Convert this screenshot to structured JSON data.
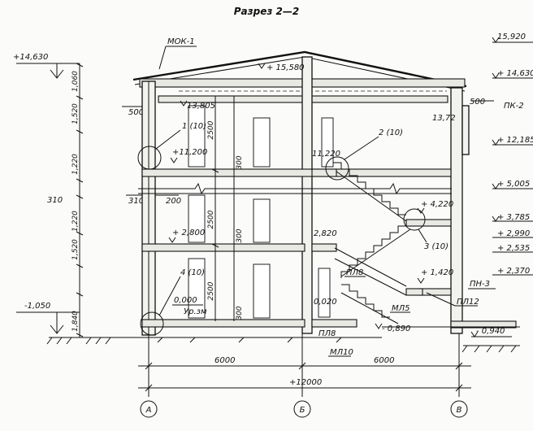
{
  "title": "Разрез 2—2",
  "left_levels": {
    "top": "+14,630",
    "bottom": "-1,050"
  },
  "left_dims": [
    "1,060",
    "1,520",
    "1,220",
    "310",
    "1,220",
    "1,520",
    "1,840"
  ],
  "left_small": [
    "500",
    "310",
    "200"
  ],
  "right_levels": [
    "15,920",
    "+ 14,630",
    "+ 12,185",
    "+ 5,005",
    "+ 3,785",
    "+ 2,990",
    "+ 2,535",
    "+ 2,370",
    "- 0,940"
  ],
  "element_labels": {
    "mok": "МОК-1",
    "pk": "ПК-2",
    "pk_dim": "500",
    "pn": "ПН-3",
    "pl8a": "ПЛ8",
    "pl8b": "ПЛ8",
    "ml5": "МЛ5",
    "ml10": "МЛ10",
    "pl12": "ПЛ12"
  },
  "callouts": {
    "c1": "1 (10)",
    "c2": "2 (10)",
    "c3": "3 (10)",
    "c4": "4 (10)"
  },
  "inner_marks": {
    "m15580": "+ 15,580",
    "m13805": "13,805",
    "m13720": "13,72",
    "m11200a": "+11,200",
    "m11200b": "11,220",
    "m4220": "+ 4,220",
    "m2800": "+ 2,800",
    "m2820": "2,820",
    "m1420": "+ 1,420",
    "m0000": "0,000",
    "m0020": "0,020",
    "m0890": "- 0,890",
    "ground": "Ур.зм"
  },
  "story_dims": [
    "2500",
    "2500",
    "2500"
  ],
  "story_small": [
    "300",
    "300",
    "300"
  ],
  "spans": [
    "6000",
    "6000"
  ],
  "total": "+12000",
  "axes": [
    "А",
    "Б",
    "В"
  ]
}
